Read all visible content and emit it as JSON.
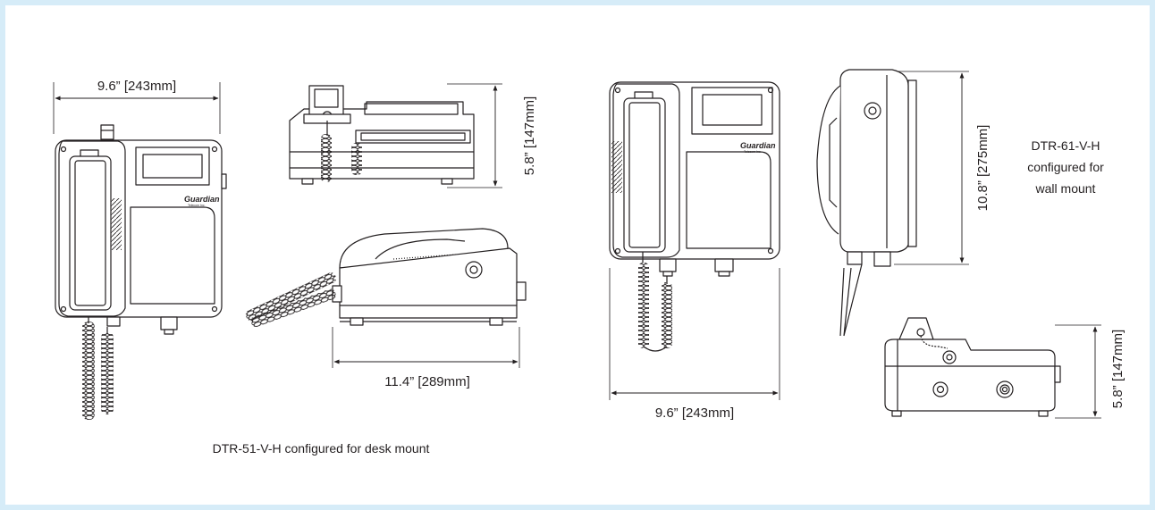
{
  "desk_configuration": {
    "front_view": {
      "width_dimension": "9.6” [243mm]"
    },
    "top_view": {
      "height_dimension": "5.8” [147mm]"
    },
    "side_view": {
      "depth_dimension": "11.4” [289mm]"
    },
    "caption": "DTR-51-V-H configured for desk mount"
  },
  "wall_configuration": {
    "front_view": {
      "width_dimension": "9.6” [243mm]"
    },
    "side_view": {
      "height_dimension": "10.8” [275mm]"
    },
    "top_view": {
      "height_dimension": "5.8” [147mm]"
    },
    "caption_lines": [
      "DTR-61-V-H",
      "configured for",
      "wall mount"
    ]
  },
  "brand": {
    "logo_text": "Guardian",
    "logo_subtext": "Telecom Inc."
  },
  "colors": {
    "background": "#d6ecf8",
    "line": "#231f20",
    "panel_fill": "#ffffff"
  }
}
